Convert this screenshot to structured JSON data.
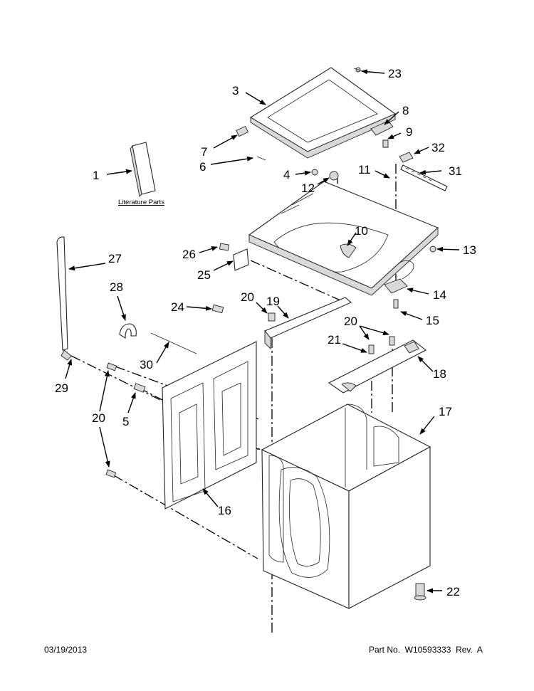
{
  "literature_label": "Literature Parts",
  "footer": {
    "date": "03/19/2013",
    "part_number": "Part No.  W10593333  Rev.  A"
  },
  "callouts": [
    "1",
    "3",
    "4",
    "5",
    "6",
    "7",
    "8",
    "9",
    "10",
    "11",
    "12",
    "13",
    "14",
    "15",
    "16",
    "17",
    "18",
    "19",
    "20",
    "20",
    "20",
    "21",
    "22",
    "23",
    "24",
    "25",
    "26",
    "27",
    "28",
    "29",
    "30",
    "31",
    "32"
  ]
}
